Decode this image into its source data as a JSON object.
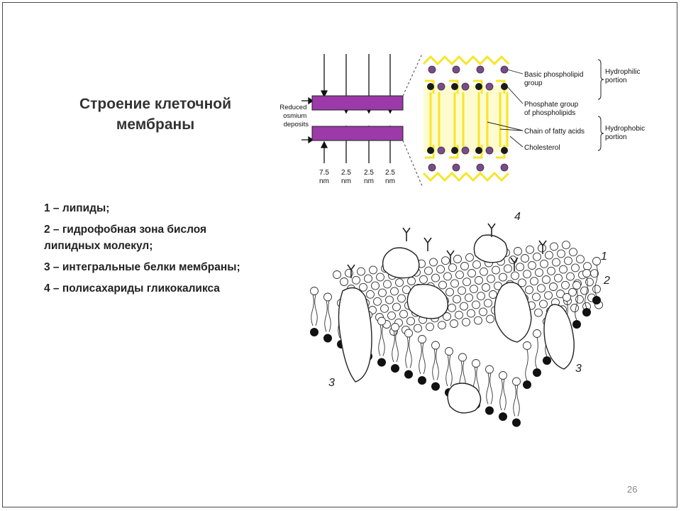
{
  "slide": {
    "title": "Строение клеточной мембраны",
    "items": [
      "1 – липиды;",
      "2 – гидрофобная зона бислоя липидных молекул;",
      "3 – интегральные белки мембраны;",
      "4 – полисахариды гликокаликса"
    ],
    "page_number": "26"
  },
  "upper_diagram": {
    "left_label": [
      "Reduced",
      "osmium",
      "deposits"
    ],
    "thicknesses": [
      {
        "value": "7.5",
        "unit": "nm"
      },
      {
        "value": "2.5",
        "unit": "nm"
      },
      {
        "value": "2.5",
        "unit": "nm"
      },
      {
        "value": "2.5",
        "unit": "nm"
      }
    ],
    "labels": {
      "basic": [
        "Basic phospholipid",
        "group"
      ],
      "phosphate": [
        "Phosphate group",
        "of phospholipids"
      ],
      "chain": "Chain of fatty acids",
      "cholesterol": "Cholesterol",
      "hydrophilic": [
        "Hydrophilic",
        "portion"
      ],
      "hydrophobic": [
        "Hydrophobic",
        "portion"
      ]
    },
    "colors": {
      "band": "#9b3aa8",
      "yellow": "#f5e62a",
      "purple_head": "#7a4a8e",
      "black_head": "#1a1a1a"
    }
  },
  "lower_diagram": {
    "callouts": [
      "1",
      "2",
      "3",
      "3",
      "4"
    ]
  }
}
